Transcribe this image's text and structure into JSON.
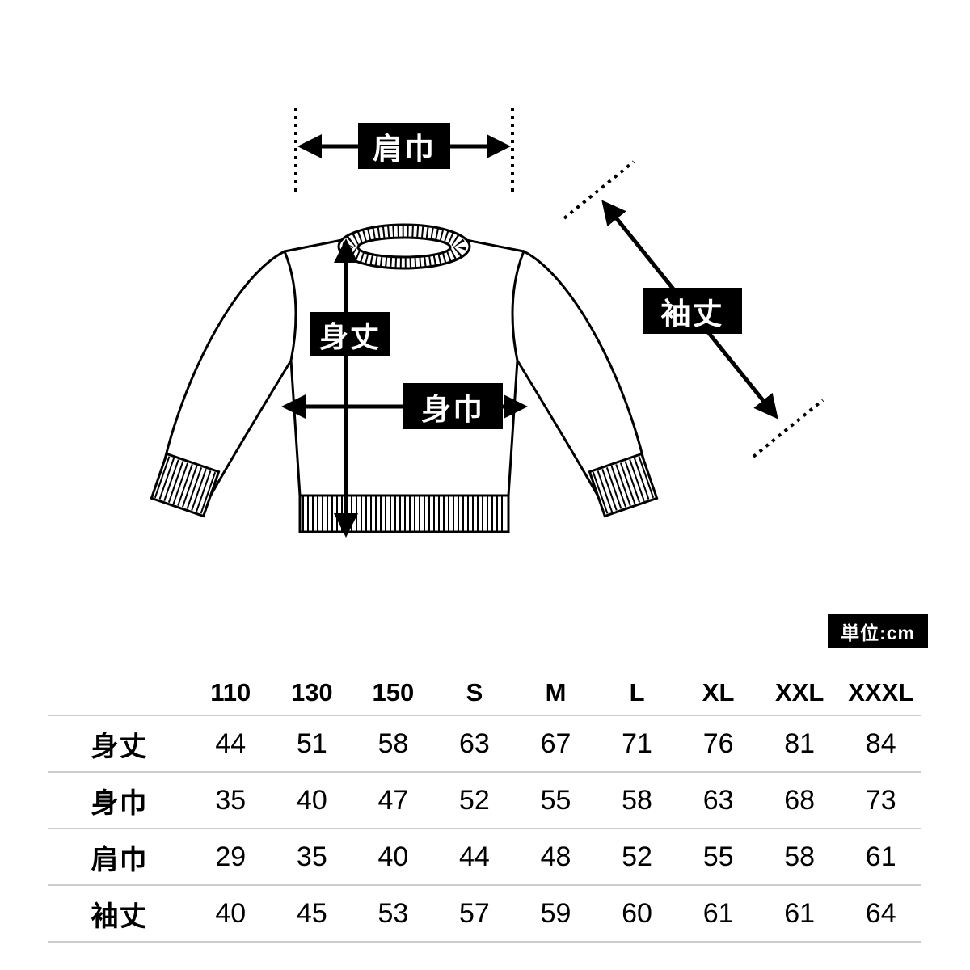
{
  "diagram": {
    "labels": {
      "shoulder_width": "肩巾",
      "body_length": "身丈",
      "body_width": "身巾",
      "sleeve_length": "袖丈"
    },
    "unit_badge": "単位:cm",
    "colors": {
      "line": "#000000",
      "label_bg": "#000000",
      "label_text": "#ffffff",
      "rule": "#cccccc"
    }
  },
  "chart_data": {
    "type": "table",
    "unit": "cm",
    "columns": [
      "110",
      "130",
      "150",
      "S",
      "M",
      "L",
      "XL",
      "XXL",
      "XXXL"
    ],
    "rows": [
      {
        "label": "身丈",
        "values": [
          44,
          51,
          58,
          63,
          67,
          71,
          76,
          81,
          84
        ]
      },
      {
        "label": "身巾",
        "values": [
          35,
          40,
          47,
          52,
          55,
          58,
          63,
          68,
          73
        ]
      },
      {
        "label": "肩巾",
        "values": [
          29,
          35,
          40,
          44,
          48,
          52,
          55,
          58,
          61
        ]
      },
      {
        "label": "袖丈",
        "values": [
          40,
          45,
          53,
          57,
          59,
          60,
          61,
          61,
          64
        ]
      }
    ]
  }
}
